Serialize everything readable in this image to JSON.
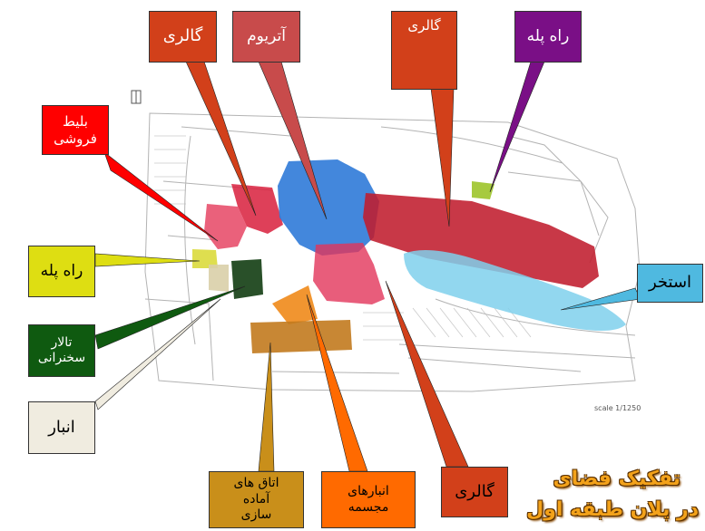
{
  "labels": {
    "gallery_top_left": "گالری",
    "atrium": "آتریوم",
    "gallery_top_right": "گالری",
    "stairs_top": "راه پله",
    "ticket_office": "بلیط فروشی",
    "stairs_left": "راه پله",
    "pool": "استخر",
    "lecture_hall": "تالار سخنرانی",
    "storage": "انبار",
    "prep_rooms": "اتاق های آماده سازی",
    "sculpture_storage": "انبارهای مجسمه",
    "gallery_bottom": "گالری"
  },
  "title": {
    "line1": "تفکیک فضای",
    "line2": "در پلان طبقه اول"
  },
  "plan": {
    "scale_text": "scale 1/1250"
  },
  "colors": {
    "gallery": "#d2401a",
    "atrium": "#c84b4b",
    "stairs_top": "#7a0f86",
    "ticket": "#ff0000",
    "stairs_left": "#dede12",
    "pool": "#4fb9e0",
    "lecture": "#0f5a10",
    "storage": "#f0ece0",
    "prep": "#c98f1a",
    "sculpture": "#ff6a00",
    "title": "#f3a21a"
  }
}
